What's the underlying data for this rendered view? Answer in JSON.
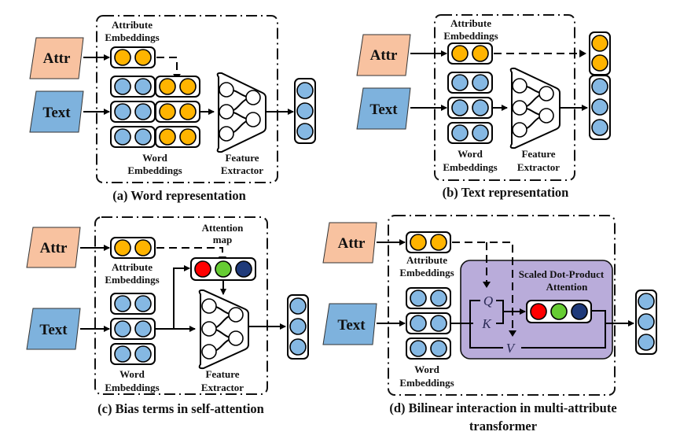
{
  "colors": {
    "attr_fill": "#F8C2A0",
    "text_fill": "#7EB2DD",
    "attr_embedding": "#FFB400",
    "word_embedding": "#85B8E3",
    "attention_red": "#FF0000",
    "attention_green": "#66CC33",
    "attention_blue": "#1F3A7A",
    "sdpa_panel": "#B9ACDA"
  },
  "panels": [
    {
      "id": "a",
      "caption": "(a) Word representation",
      "attr_label": "Attr",
      "text_label": "Text",
      "attr_emb_label_1": "Attribute",
      "attr_emb_label_2": "Embeddings",
      "word_emb_label_1": "Word",
      "word_emb_label_2": "Embeddings",
      "fe_label_1": "Feature",
      "fe_label_2": "Extractor"
    },
    {
      "id": "b",
      "caption": "(b) Text representation",
      "attr_label": "Attr",
      "text_label": "Text",
      "attr_emb_label_1": "Attribute",
      "attr_emb_label_2": "Embeddings",
      "word_emb_label_1": "Word",
      "word_emb_label_2": "Embeddings",
      "fe_label_1": "Feature",
      "fe_label_2": "Extractor"
    },
    {
      "id": "c",
      "caption": "(c) Bias terms in self-attention",
      "attr_label": "Attr",
      "text_label": "Text",
      "attr_emb_label_1": "Attribute",
      "attr_emb_label_2": "Embeddings",
      "word_emb_label_1": "Word",
      "word_emb_label_2": "Embeddings",
      "fe_label_1": "Feature",
      "fe_label_2": "Extractor",
      "attn_map_label_1": "Attention",
      "attn_map_label_2": "map"
    },
    {
      "id": "d",
      "caption_1": "(d) Bilinear interaction in multi-attribute",
      "caption_2": "transformer",
      "attr_label": "Attr",
      "text_label": "Text",
      "attr_emb_label_1": "Attribute",
      "attr_emb_label_2": "Embeddings",
      "word_emb_label_1": "Word",
      "word_emb_label_2": "Embeddings",
      "sdpa_label_1": "Scaled Dot-Product",
      "sdpa_label_2": "Attention",
      "q_label": "Q",
      "k_label": "K",
      "v_label": "V"
    }
  ]
}
